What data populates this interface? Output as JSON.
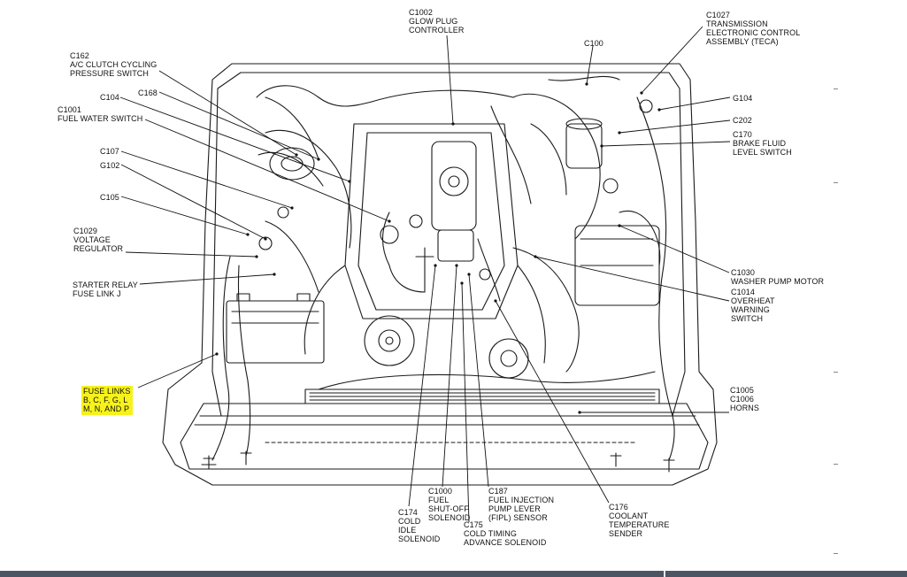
{
  "labels": {
    "c1002": "C1002\nGLOW PLUG\nCONTROLLER",
    "c1027": "C1027\nTRANSMISSION\nELECTRONIC CONTROL\nASSEMBLY (TECA)",
    "c100": "C100",
    "c162": "C162\nA/C CLUTCH CYCLING\nPRESSURE SWITCH",
    "c168": "C168",
    "c104": "C104",
    "c1001": "C1001\nFUEL WATER SWITCH",
    "c107": "C107",
    "g102": "G102",
    "c105": "C105",
    "c1029": "C1029\nVOLTAGE\nREGULATOR",
    "starter": "STARTER RELAY\nFUSE LINK J",
    "fuse_links": "FUSE LINKS\nB, C, F, G, L\nM, N, AND P",
    "g104": "G104",
    "c202": "C202",
    "c170": "C170\nBRAKE FLUID\nLEVEL SWITCH",
    "c1030": "C1030\nWASHER PUMP MOTOR",
    "c1014": "C1014\nOVERHEAT\nWARNING\nSWITCH",
    "c1005": "C1005\nC1006\nHORNS",
    "c1000": "C1000\nFUEL\nSHUT-OFF\nSOLENOID",
    "c174": "C174\nCOLD\nIDLE\nSOLENOID",
    "c187": "C187\nFUEL INJECTION\nPUMP LEVER\n(FIPL) SENSOR",
    "c175": "C175\nCOLD TIMING\nADVANCE SOLENOID",
    "c176": "C176\nCOOLANT\nTEMPERATURE\nSENDER"
  },
  "colors": {
    "highlight": "#f6f21a",
    "line": "#1a1a1a",
    "bottom_bar": "#4b5563"
  }
}
